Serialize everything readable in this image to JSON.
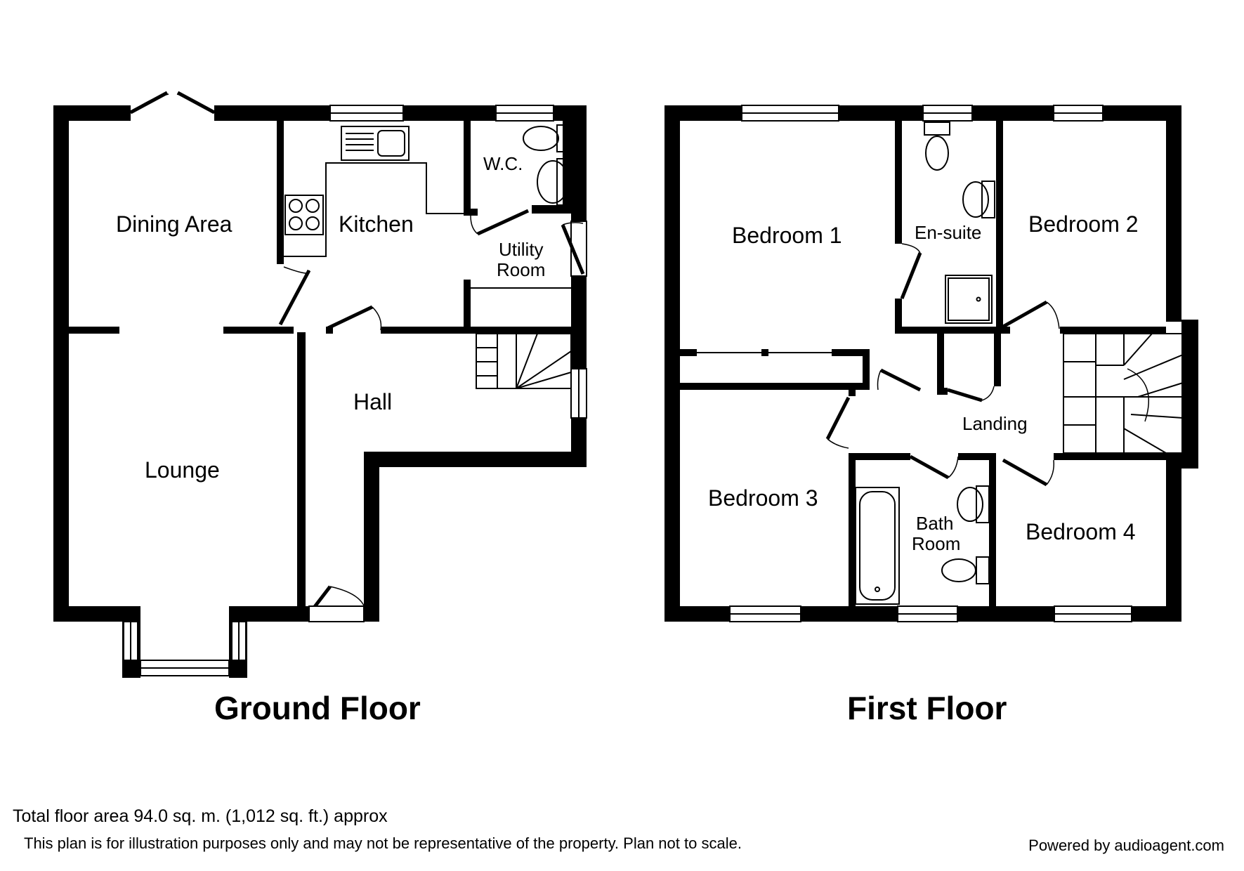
{
  "floors": {
    "ground": {
      "title": "Ground Floor",
      "rooms": {
        "dining": "Dining Area",
        "kitchen": "Kitchen",
        "wc": "W.C.",
        "utility_line1": "Utility",
        "utility_line2": "Room",
        "lounge": "Lounge",
        "hall": "Hall"
      }
    },
    "first": {
      "title": "First Floor",
      "rooms": {
        "bedroom1": "Bedroom 1",
        "ensuite": "En-suite",
        "bedroom2": "Bedroom 2",
        "landing": "Landing",
        "bedroom3": "Bedroom 3",
        "bath_line1": "Bath",
        "bath_line2": "Room",
        "bedroom4": "Bedroom 4"
      }
    }
  },
  "footer": {
    "total_area": "Total floor area 94.0 sq. m. (1,012 sq. ft.) approx",
    "disclaimer": "This plan is for illustration purposes only and may not be representative of the property. Plan not to scale.",
    "powered_by": "Powered by audioagent.com"
  }
}
